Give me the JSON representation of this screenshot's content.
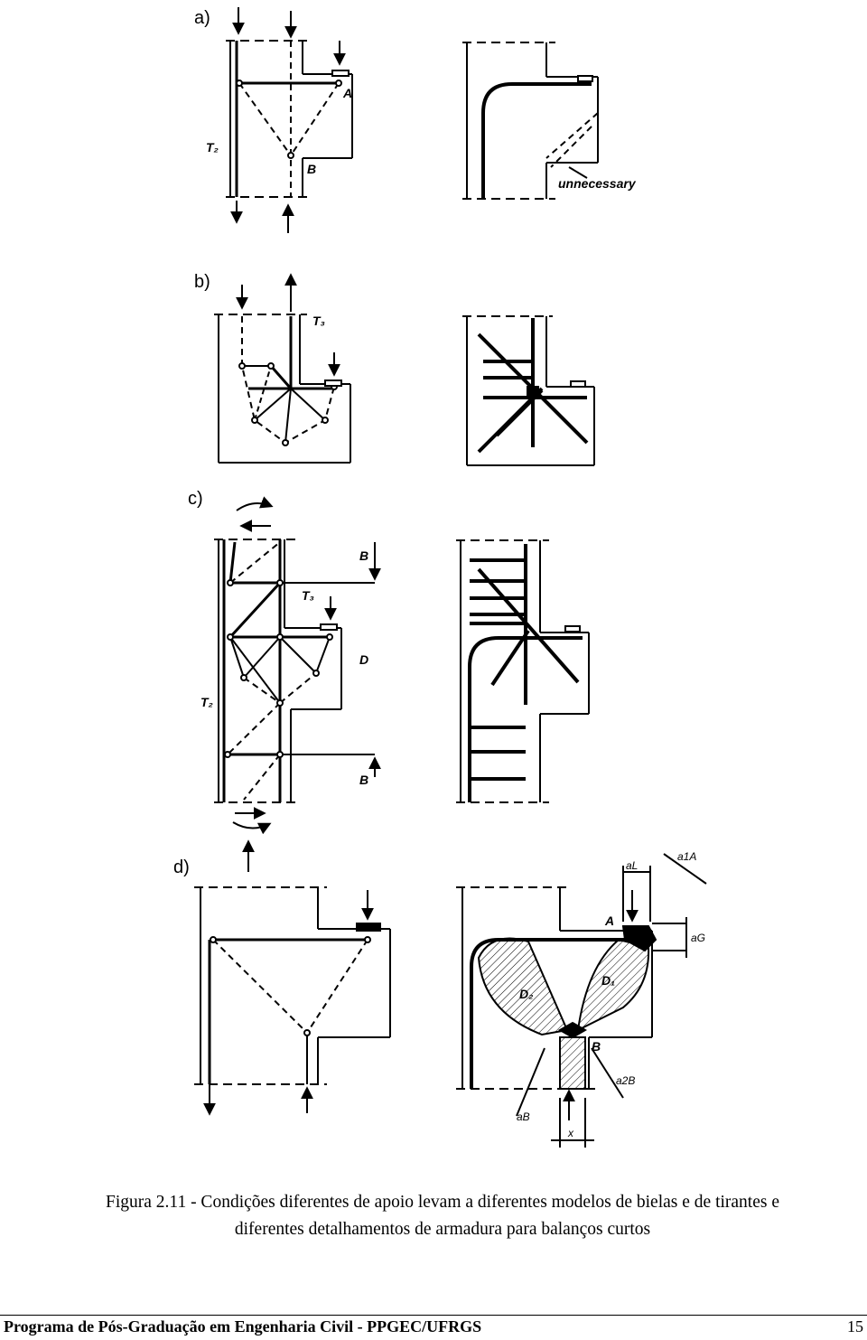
{
  "figure": {
    "panels": [
      {
        "label": "a)",
        "annotations": [
          "A",
          "B",
          "T₂"
        ],
        "note": "unnecessary"
      },
      {
        "label": "b)",
        "annotations": [
          "T₃"
        ]
      },
      {
        "label": "c)",
        "annotations": [
          "T₃",
          "T₂",
          "B",
          "D",
          "B"
        ]
      },
      {
        "label": "d)",
        "annotations": [
          "A",
          "B",
          "D₁",
          "D₂",
          "aL",
          "a1A",
          "aG",
          "a2B",
          "aB",
          "x"
        ]
      }
    ]
  },
  "caption": {
    "line1": "Figura 2.11 - Condições diferentes de apoio levam a diferentes modelos de bielas e de tirantes e",
    "line2": "diferentes detalhamentos de armadura para balanços curtos"
  },
  "footer": {
    "program": "Programa de Pós-Graduação em Engenharia Civil - PPGEC/UFRGS",
    "page_number": "15"
  }
}
